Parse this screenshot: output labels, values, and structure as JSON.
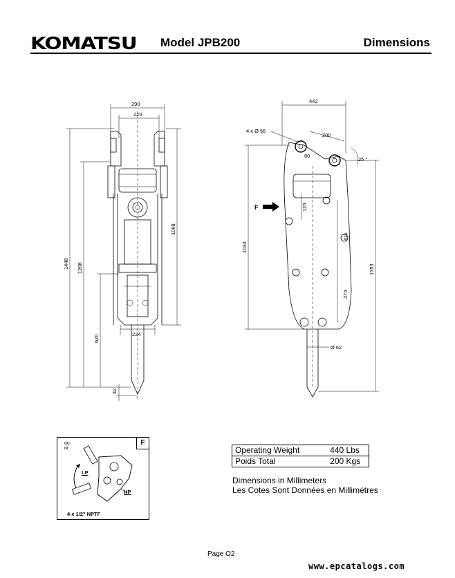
{
  "header": {
    "brand": "KOMATSU",
    "model": "Model JPB200",
    "section": "Dimensions"
  },
  "front_view": {
    "dims": [
      "290",
      "220",
      "1448",
      "1268",
      "1068",
      "620",
      "224",
      "42"
    ]
  },
  "side_view": {
    "dims": [
      "442",
      "4 x Ø 56",
      "200",
      "60",
      "25 °",
      "125",
      "411",
      "274",
      "1033",
      "1353",
      "Ø 62"
    ],
    "arrow_label": "F"
  },
  "inset": {
    "tag": "F",
    "ou_or": [
      "ou",
      "or"
    ],
    "lp": "LP",
    "hp": "HP",
    "fitting": "4 x 1/2\" NPTF"
  },
  "specs": {
    "rows": [
      {
        "label": "Operating Weight",
        "value": "440 Lbs"
      },
      {
        "label": "Poids Total",
        "value": "200 Kgs"
      }
    ]
  },
  "notes": [
    "Dimensions in Millimeters",
    "Les Cotes Sont Données en Millimétres"
  ],
  "footer": {
    "page": "Page O2",
    "watermark": "www.epcatalogs.com"
  }
}
